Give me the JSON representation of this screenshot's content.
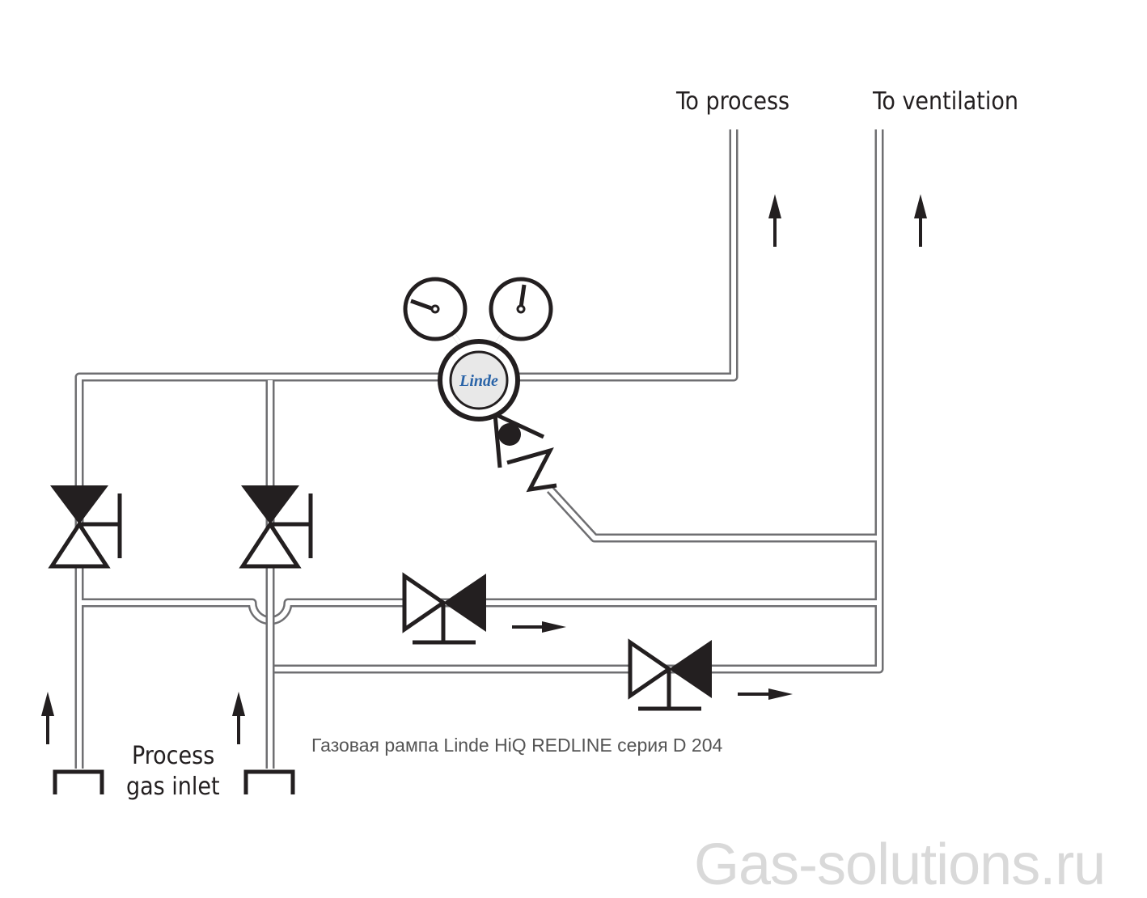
{
  "labels": {
    "to_process": "To process",
    "to_ventilation": "To ventilation",
    "process_gas_inlet_line1": "Process",
    "process_gas_inlet_line2": "gas inlet"
  },
  "caption": "Газовая рампа Linde HiQ REDLINE серия D 204",
  "logo_text": "Linde",
  "watermark": "Gas-solutions.ru",
  "colors": {
    "pipe": "#6f6f72",
    "symbol": "#231f20",
    "logo": "#2a64a8",
    "logo_bg": "#e8e8e8"
  }
}
